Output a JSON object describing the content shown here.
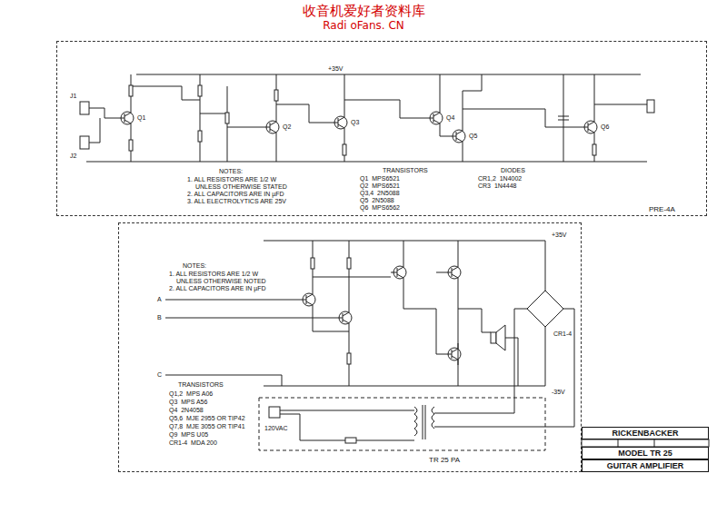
{
  "diagram": {
    "nodes": [
      {
        "text": [
          "PRE-4A"
        ]
      },
      {
        "text": [
          "TR 25 PA"
        ]
      },
      {
        "text": [
          "RICKENBACKER"
        ]
      },
      {
        "text": [
          "MODEL TR 25"
        ]
      },
      {
        "text": [
          "GUITAR AMPLIFIER"
        ]
      }
    ],
    "labels": [
      "收音机爱好者资料库",
      "Radi oFans. CN",
      "NOTES:",
      "1. ALL RESISTORS ARE 1/2 W",
      "UNLESS OTHERWISE STATED",
      "2. ALL CAPACITORS ARE IN µFD",
      "3. ALL ELECTROLYTICS ARE 25V",
      "TRANSISTORS",
      "Q1  MPS6521",
      "Q2  MPS6521",
      "Q3,4  2N5088",
      "Q5  2N5088",
      "Q6  MPS6562",
      "DIODES",
      "CR1,2  1N4002",
      "CR3  1N4448",
      "J1",
      "J2",
      "Q1",
      "Q2",
      "Q3",
      "Q4",
      "Q5",
      "Q6",
      "+35V",
      "NOTES:",
      "1. ALL RESISTORS ARE 1/2 W",
      "UNLESS OTHERWISE NOTED",
      "2. ALL CAPACITORS ARE IN µFD",
      "A",
      "B",
      "C",
      "TRANSISTORS",
      "Q1,2  MPS A06",
      "Q3  MPS A56",
      "Q4  2N4058",
      "Q5,6  MJE 2955 OR TIP42",
      "Q7,8  MJE 3055 OR TIP41",
      "Q9  MPS U05",
      "CR1-4  MDA 200",
      "+35V",
      "-35V",
      "CR1-4",
      "120VAC"
    ]
  }
}
